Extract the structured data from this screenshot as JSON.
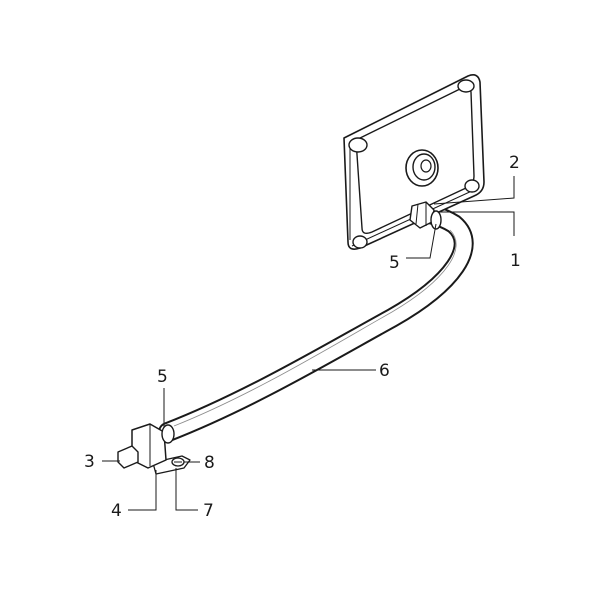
{
  "diagram": {
    "ink_color": "#1a1a1a",
    "background": "#ffffff",
    "labels": {
      "l1": "1",
      "l2": "2",
      "l3": "3",
      "l4": "4",
      "l5a": "5",
      "l5b": "5",
      "l6": "6",
      "l7": "7",
      "l8": "8"
    }
  }
}
